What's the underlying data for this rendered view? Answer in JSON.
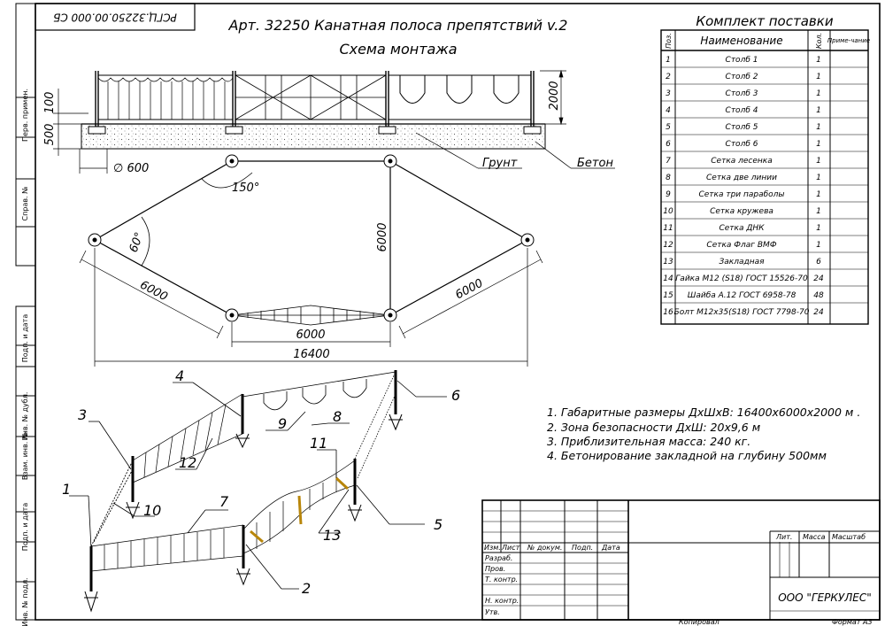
{
  "doc_code": "РСГЦ.32250.00.000 СБ",
  "title": {
    "line1": "Арт. 32250 Канатная полоса препятствий v.2",
    "line2": "Схема монтажа"
  },
  "side_strip": [
    "Перв. примен.",
    "Справ. №",
    "Подп. и дата",
    "Инв. № дубл.",
    "Взам. инв. №",
    "Подп. и дата",
    "Инв. № подл."
  ],
  "elevation": {
    "dim_100": "100",
    "dim_500": "500",
    "dim_2000": "2000",
    "label_ground": "Грунт",
    "label_concrete": "Бетон",
    "dim_diameter": "∅ 600"
  },
  "plan": {
    "angle_150": "150°",
    "angle_60": "60°",
    "dim_6000_left": "6000",
    "dim_6000_right": "6000",
    "dim_6000_vertical": "6000",
    "dim_6000_bottom": "6000",
    "dim_16400": "16400"
  },
  "callouts": [
    "1",
    "2",
    "3",
    "4",
    "5",
    "6",
    "7",
    "8",
    "9",
    "10",
    "11",
    "12",
    "13"
  ],
  "notes": [
    "1.  Габаритные размеры ДхШхВ: 16400х6000х2000 м .",
    "2.  Зона безопасности ДхШ: 20х9,6 м",
    "3.  Приблизительная масса: 240 кг.",
    "4.  Бетонирование закладной на глубину 500мм"
  ],
  "spec": {
    "title": "Комплект поставки",
    "headers": {
      "pos": "Поз.",
      "name": "Наименование",
      "qty": "Кол.",
      "note": "Приме-чание"
    },
    "rows": [
      {
        "pos": "1",
        "name": "Столб 1",
        "qty": "1"
      },
      {
        "pos": "2",
        "name": "Столб 2",
        "qty": "1"
      },
      {
        "pos": "3",
        "name": "Столб 3",
        "qty": "1"
      },
      {
        "pos": "4",
        "name": "Столб 4",
        "qty": "1"
      },
      {
        "pos": "5",
        "name": "Столб 5",
        "qty": "1"
      },
      {
        "pos": "6",
        "name": "Столб 6",
        "qty": "1"
      },
      {
        "pos": "7",
        "name": "Сетка лесенка",
        "qty": "1"
      },
      {
        "pos": "8",
        "name": "Сетка две линии",
        "qty": "1"
      },
      {
        "pos": "9",
        "name": "Сетка три параболы",
        "qty": "1"
      },
      {
        "pos": "10",
        "name": "Сетка кружева",
        "qty": "1"
      },
      {
        "pos": "11",
        "name": "Сетка ДНК",
        "qty": "1"
      },
      {
        "pos": "12",
        "name": "Сетка Флаг ВМФ",
        "qty": "1"
      },
      {
        "pos": "13",
        "name": "Закладная",
        "qty": "6"
      },
      {
        "pos": "14",
        "name": "Гайка М12 (S18) ГОСТ 15526-70",
        "qty": "24"
      },
      {
        "pos": "15",
        "name": "Шайба А.12 ГОСТ 6958-78",
        "qty": "48"
      },
      {
        "pos": "16",
        "name": "Болт М12х35(S18) ГОСТ 7798-70",
        "qty": "24"
      }
    ]
  },
  "title_block": {
    "col_izm": "Изм.",
    "col_list": "Лист",
    "col_docnum": "№ докум.",
    "col_sign": "Подп.",
    "col_date": "Дата",
    "row_razrab": "Разраб.",
    "row_prov": "Пров.",
    "row_tkontr": "Т. контр.",
    "row_nkontr": "Н. контр.",
    "row_utv": "Утв.",
    "lit": "Лит.",
    "mass": "Масса",
    "scale": "Масштаб",
    "company": "ООО \"ГЕРКУЛЕС\""
  },
  "footer": {
    "copied": "Копировал",
    "format": "Формат А3"
  }
}
